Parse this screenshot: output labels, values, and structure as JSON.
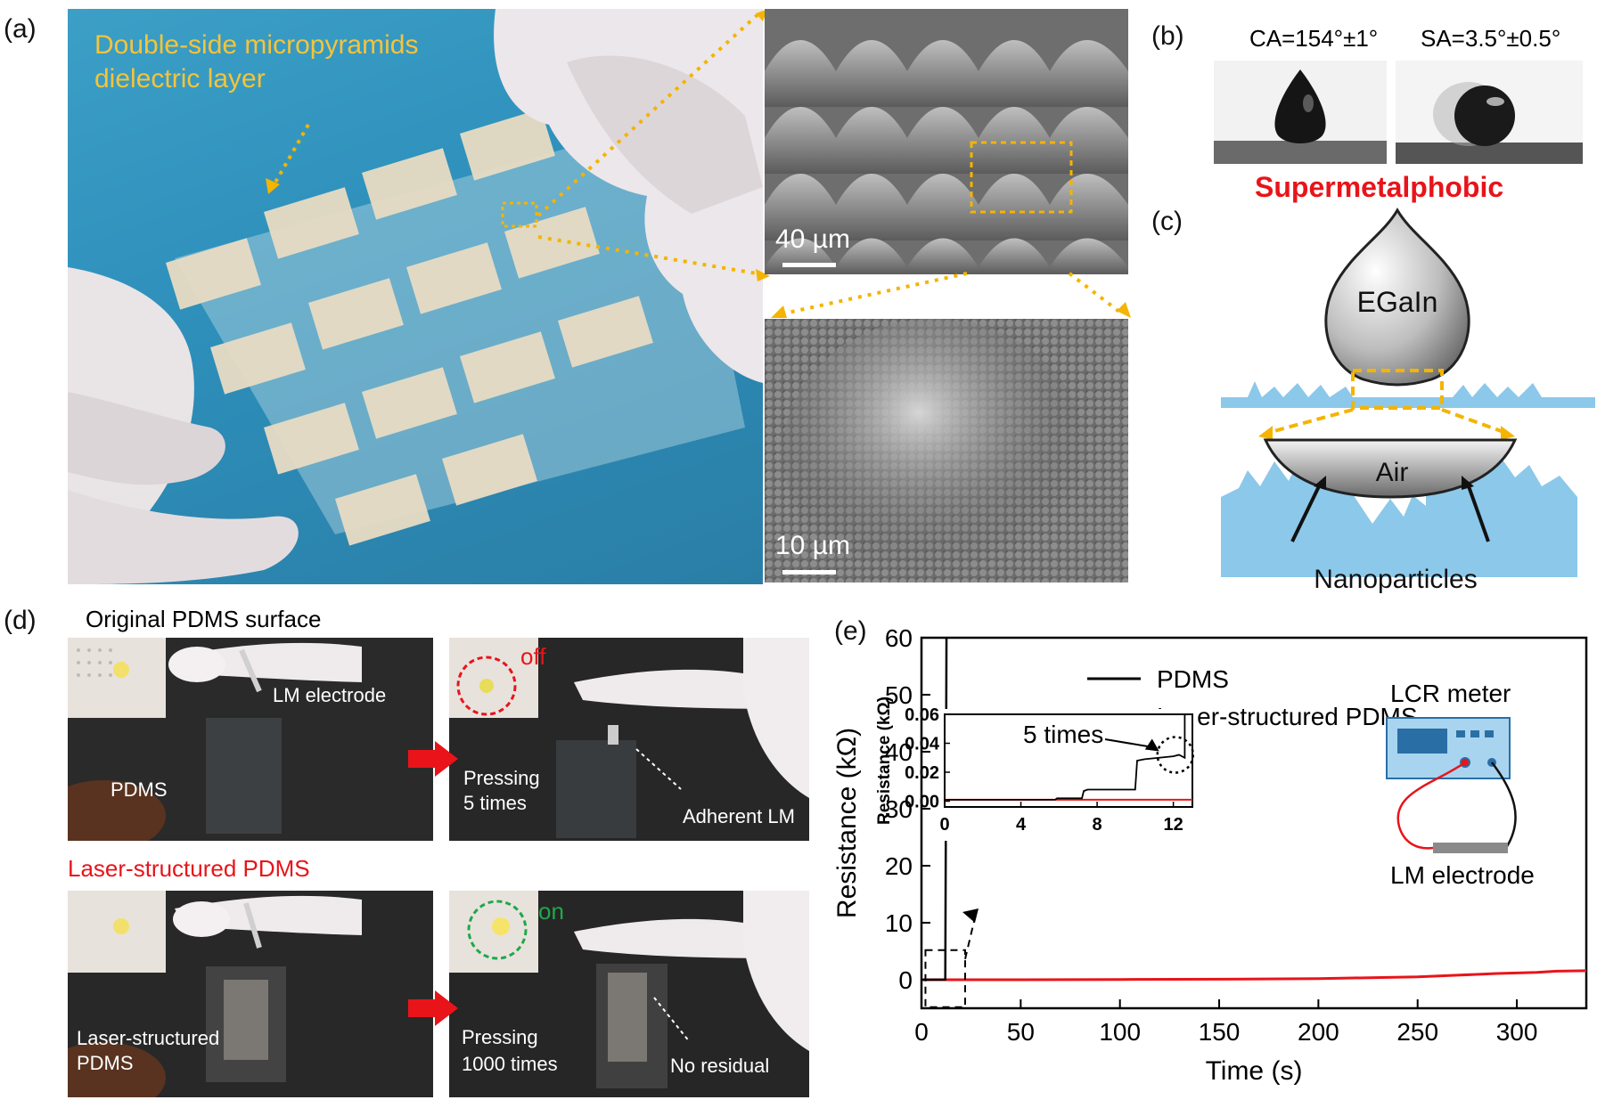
{
  "panel_a": {
    "label": "(a)",
    "caption_line1": "Double-side micropyramids",
    "caption_line2": "dielectric layer",
    "scale_top": "40 µm",
    "scale_bottom": "10 µm",
    "accent": "#f4b400"
  },
  "panel_b": {
    "label": "(b)",
    "ca": "CA=154°±1°",
    "sa": "SA=3.5°±0.5°",
    "title": "Supermetalphobic",
    "title_color": "#e8141a"
  },
  "panel_c": {
    "label": "(c)",
    "drop": "EGaIn",
    "air": "Air",
    "particles": "Nanoparticles"
  },
  "panel_d": {
    "label": "(d)",
    "top_title": "Original PDMS surface",
    "bottom_title": "Laser-structured PDMS",
    "lm_electrode": "LM electrode",
    "pdms": "PDMS",
    "off": "off",
    "on": "on",
    "pressing5_l1": "Pressing",
    "pressing5_l2": "5 times",
    "adherent": "Adherent LM",
    "laser_l1": "Laser-structured",
    "laser_l2": "PDMS",
    "pressing1000_l1": "Pressing",
    "pressing1000_l2": "1000 times",
    "no_residual": "No residual"
  },
  "panel_e": {
    "label": "(e)",
    "inset_annotation": "5 times",
    "lcr_label": "LCR meter",
    "lm_label": "LM electrode"
  },
  "chart_data": {
    "type": "line",
    "xlabel": "Time (s)",
    "ylabel": "Resistance (kΩ)",
    "xlim": [
      0,
      335
    ],
    "ylim": [
      -5,
      60
    ],
    "xticks": [
      0,
      50,
      100,
      150,
      200,
      250,
      300
    ],
    "yticks": [
      0,
      10,
      20,
      30,
      40,
      50,
      60
    ],
    "legend": "top-right",
    "series": [
      {
        "name": "PDMS",
        "color": "#000000",
        "x": [
          0,
          12,
          12.3,
          12.6
        ],
        "y": [
          0,
          0.03,
          30,
          62
        ]
      },
      {
        "name": "Laser-structured PDMS",
        "color": "#e8141a",
        "x": [
          0,
          50,
          100,
          150,
          200,
          250,
          270,
          290,
          310,
          320,
          335
        ],
        "y": [
          0,
          0,
          0.05,
          0.1,
          0.2,
          0.5,
          0.8,
          1.1,
          1.3,
          1.5,
          1.6
        ]
      }
    ],
    "inset": {
      "ylabel": "Resistance (kΩ)",
      "xlim": [
        0,
        13
      ],
      "ylim": [
        -0.004,
        0.06
      ],
      "xticks": [
        0,
        4,
        8,
        12
      ],
      "yticks": [
        0.0,
        0.02,
        0.04,
        0.06
      ],
      "pdms": {
        "x": [
          0,
          5.8,
          5.9,
          7.2,
          7.3,
          7.5,
          10.0,
          10.1,
          10.5,
          12.0,
          12.3,
          12.6,
          12.6
        ],
        "y": [
          0.001,
          0.001,
          0.002,
          0.002,
          0.007,
          0.008,
          0.008,
          0.028,
          0.029,
          0.031,
          0.032,
          0.03,
          0.06
        ]
      },
      "laser": {
        "x": [
          0,
          13
        ],
        "y": [
          0.001,
          0.001
        ]
      }
    }
  }
}
